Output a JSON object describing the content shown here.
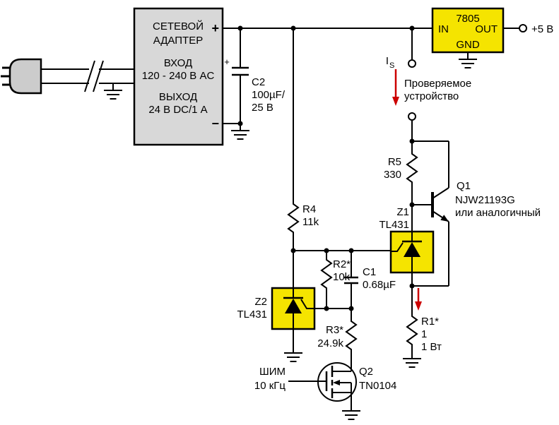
{
  "colors": {
    "component_fill": "#F5E400",
    "adapter_fill": "#D8D8D8",
    "plug_fill": "#CCCCCC",
    "arrow_red": "#CC0000"
  },
  "adapter": {
    "title1": "СЕТЕВОЙ",
    "title2": "АДАПТЕР",
    "input_label": "ВХОД",
    "input_value": "120 - 240 В AC",
    "output_label": "ВЫХОД",
    "output_value": "24 В DC/1 А",
    "plus": "+",
    "minus": "−"
  },
  "regulator7805": {
    "name": "7805",
    "in": "IN",
    "out": "OUT",
    "gnd": "GND"
  },
  "rail5v": "+5 В",
  "dut": {
    "current_symbol": "I",
    "current_sub": "S",
    "label1": "Проверяемое",
    "label2": "устройство"
  },
  "c2": {
    "ref": "C2",
    "val1": "100µF/",
    "val2": "25 В",
    "plus": "+"
  },
  "c1": {
    "ref": "C1",
    "val": "0.68µF"
  },
  "r1": {
    "ref": "R1*",
    "val1": "1",
    "val2": "1 Вт"
  },
  "r2": {
    "ref": "R2*",
    "val": "10k"
  },
  "r3": {
    "ref": "R3*",
    "val": "24.9k"
  },
  "r4": {
    "ref": "R4",
    "val": "11k"
  },
  "r5": {
    "ref": "R5",
    "val": "330"
  },
  "z1": {
    "ref": "Z1",
    "part": "TL431"
  },
  "z2": {
    "ref": "Z2",
    "part": "TL431"
  },
  "q1": {
    "ref": "Q1",
    "part": "NJW21193G",
    "note": "или аналогичный"
  },
  "q2": {
    "ref": "Q2",
    "part": "TN0104"
  },
  "pwm": {
    "label1": "ШИМ",
    "label2": "10 кГц"
  }
}
